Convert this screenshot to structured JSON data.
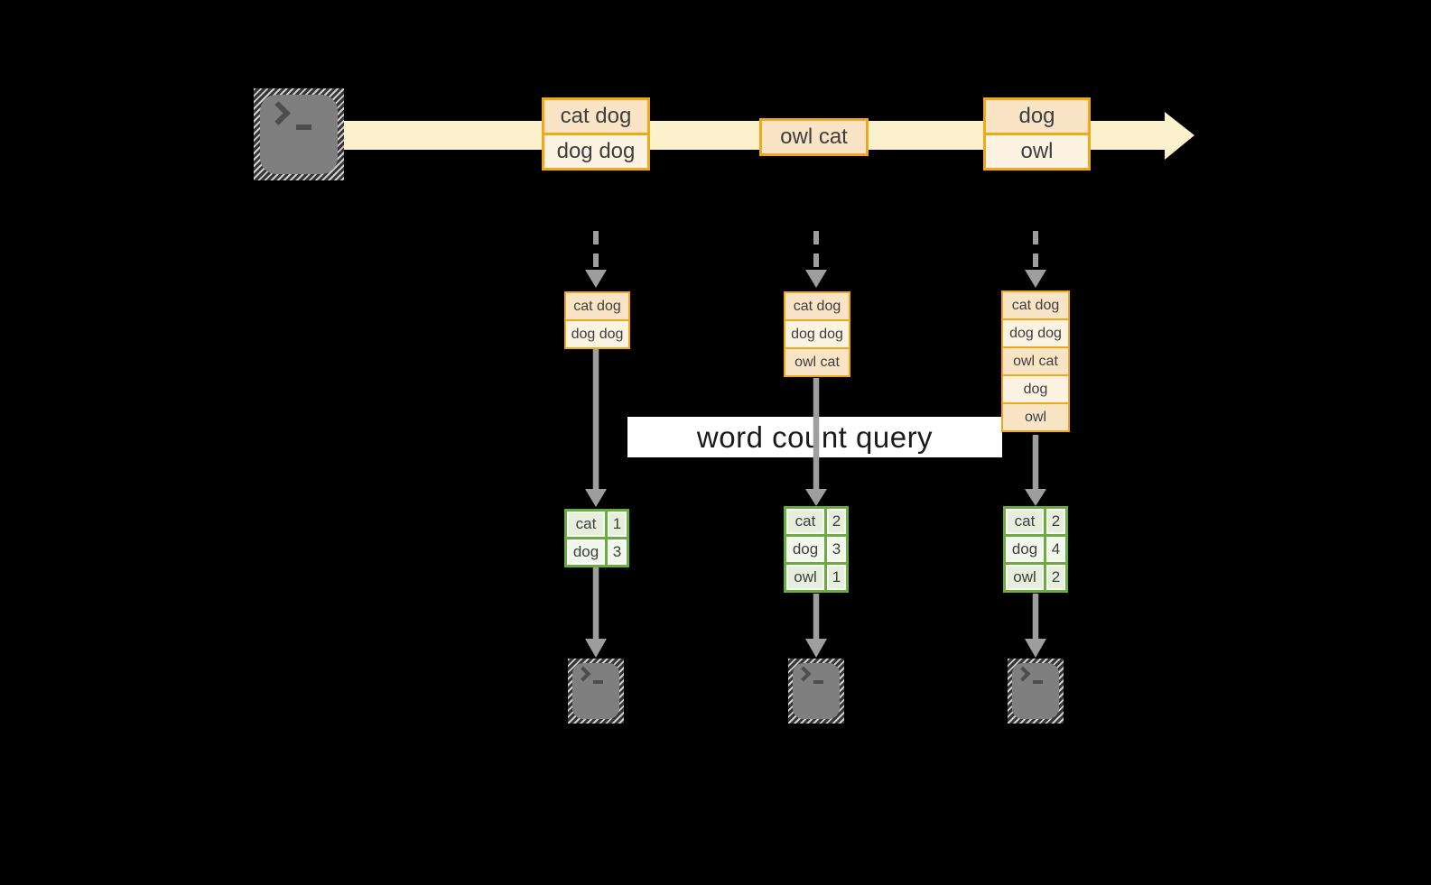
{
  "banner": {
    "label": "word count query"
  },
  "timeline": {
    "events": [
      {
        "lines": [
          "cat dog",
          "dog dog"
        ]
      },
      {
        "lines": [
          "owl cat"
        ]
      },
      {
        "lines": [
          "dog",
          "owl"
        ]
      }
    ]
  },
  "columns": [
    {
      "batch": [
        "cat dog",
        "dog dog"
      ],
      "counts": [
        [
          "cat",
          1
        ],
        [
          "dog",
          3
        ]
      ]
    },
    {
      "batch": [
        "cat dog",
        "dog dog",
        "owl cat"
      ],
      "counts": [
        [
          "cat",
          2
        ],
        [
          "dog",
          3
        ],
        [
          "owl",
          1
        ]
      ]
    },
    {
      "batch": [
        "cat dog",
        "dog dog",
        "owl cat",
        "dog",
        "owl"
      ],
      "counts": [
        [
          "cat",
          2
        ],
        [
          "dog",
          4
        ],
        [
          "owl",
          2
        ]
      ]
    }
  ],
  "icons": {
    "terminal_prompt": ">_"
  },
  "colors": {
    "orange": "#F0A819",
    "peach": "#FAE4C6",
    "cream": "#FCF3E3",
    "band": "#FBF1CC",
    "green": "#6BAC3E",
    "green_a": "#E6EFDC",
    "green_b": "#F2F7EB",
    "gray": "#9E9E9E",
    "ink": "#3E3E3E",
    "banner_bg": "#FFFFFF",
    "terminal": "#7F7F7F"
  }
}
